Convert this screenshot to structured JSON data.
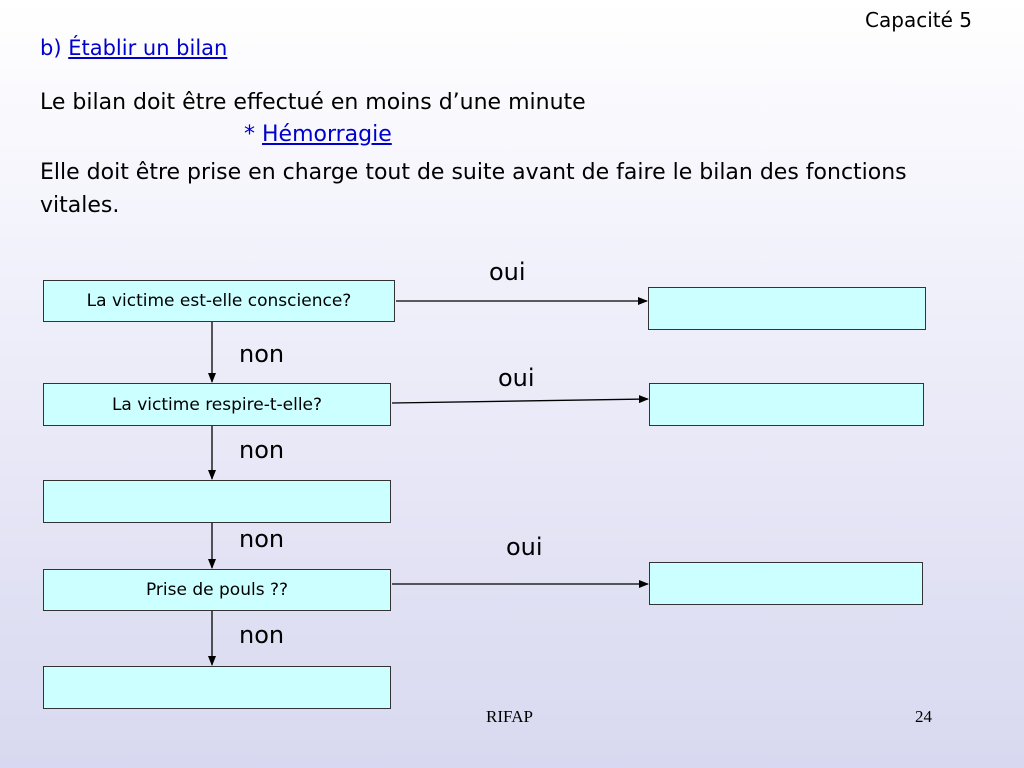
{
  "header": {
    "capacite": "Capacité 5",
    "section_prefix": "b) ",
    "section_title": "Établir un bilan"
  },
  "intro": {
    "line1": "Le bilan doit être effectué en moins d’une minute",
    "bullet": "* ",
    "bullet_link": "Hémorragie",
    "paragraph": "Elle doit être prise en charge tout de suite avant de faire le bilan des fonctions vitales."
  },
  "flow": {
    "q1": "La victime est-elle conscience?",
    "q2": "La victime respire-t-elle?",
    "q3": "",
    "q4": "Prise de pouls ??",
    "q5": "",
    "r1": "",
    "r2": "",
    "r3": "",
    "oui1": "oui",
    "oui2": "oui",
    "oui3": "oui",
    "non1": "non",
    "non2": "non",
    "non3": "non",
    "non4": "non"
  },
  "footer": {
    "center": "RIFAP",
    "page": "24"
  }
}
